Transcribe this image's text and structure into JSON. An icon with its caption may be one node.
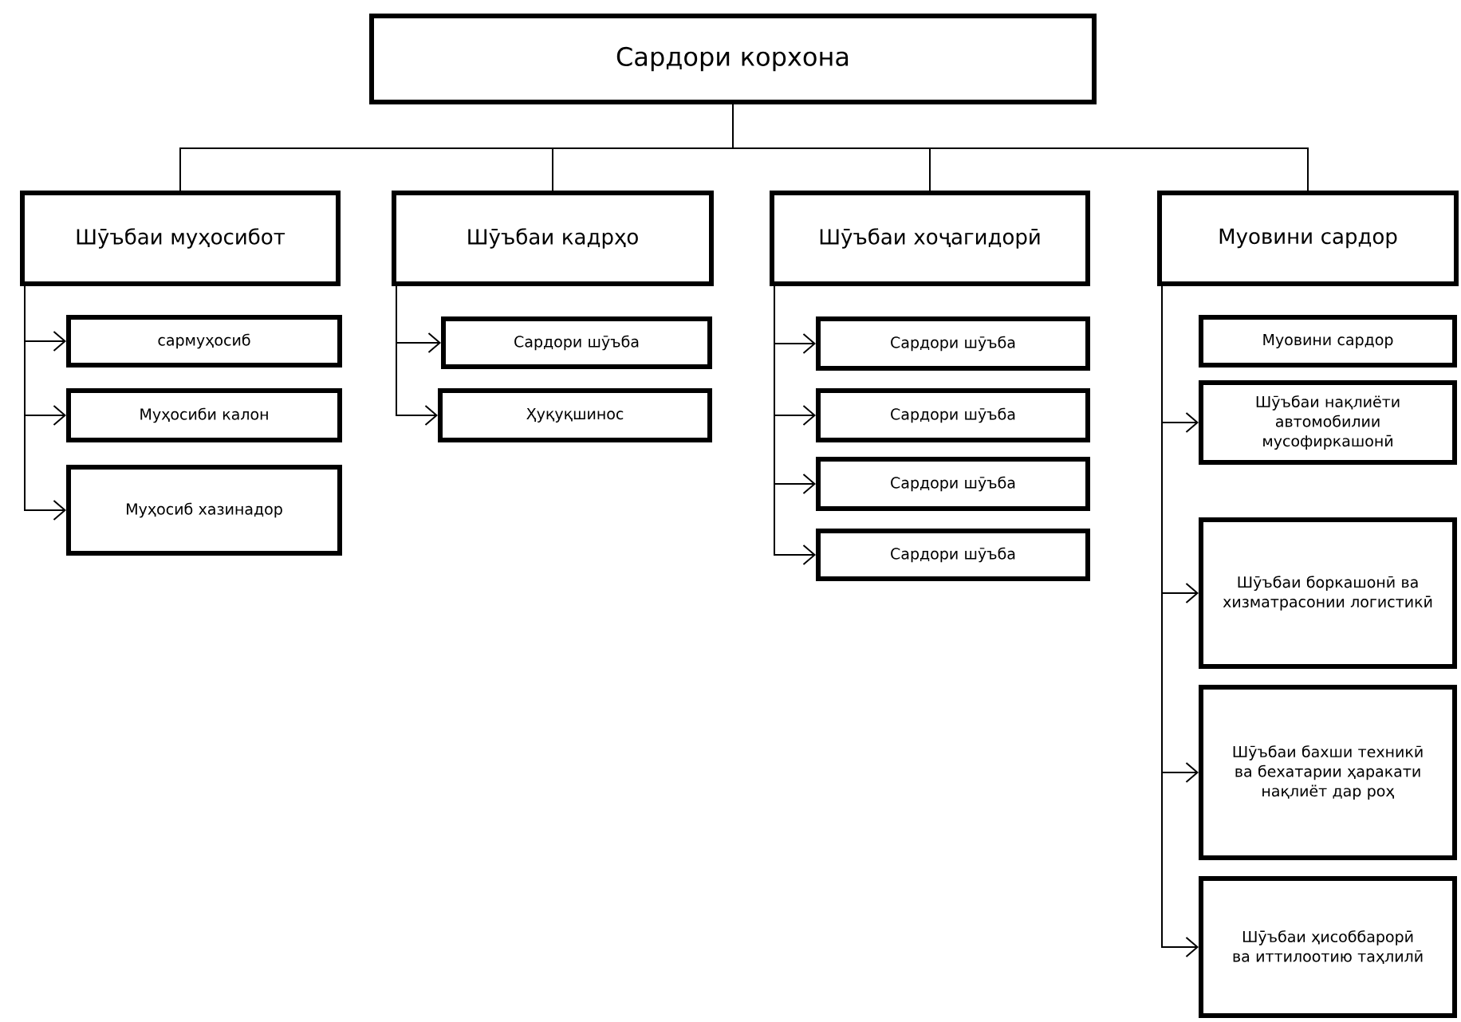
{
  "diagram": {
    "nodes": [
      {
        "text": [
          "Сардори корхона"
        ]
      },
      {
        "text": [
          "Шӯъбаи муҳосибот"
        ]
      },
      {
        "text": [
          "Шӯъбаи кадрҳо"
        ]
      },
      {
        "text": [
          "Шӯъбаи хоҷагидорӣ"
        ]
      },
      {
        "text": [
          "Муовини сардор"
        ]
      },
      {
        "text": [
          "сармуҳосиб"
        ]
      },
      {
        "text": [
          "Муҳосиби калон"
        ]
      },
      {
        "text": [
          "Муҳосиб хазинадор"
        ]
      },
      {
        "text": [
          "Сардори шӯъба"
        ]
      },
      {
        "text": [
          "Ҳуқуқшинос"
        ]
      },
      {
        "text": [
          "Сардори шӯъба"
        ]
      },
      {
        "text": [
          "Сардори шӯъба"
        ]
      },
      {
        "text": [
          "Сардори шӯъба"
        ]
      },
      {
        "text": [
          "Сардори шӯъба"
        ]
      },
      {
        "text": [
          "Муовини сардор"
        ]
      },
      {
        "text": [
          "Шӯъбаи нақлиёти автомобилии мусофиркашонӣ"
        ]
      },
      {
        "text": [
          "Шӯъбаи боркашонӣ ва хизматрасонии логистикӣ"
        ]
      },
      {
        "text": [
          "Шӯъбаи бахши техникӣ ва бехатарии ҳаракати нақлиёт дар роҳ"
        ]
      },
      {
        "text": [
          "Шӯъбаи ҳисоббарорӣ ва иттилоотию таҳлилӣ"
        ]
      }
    ],
    "edges": [
      {
        "from": 0,
        "to": 1,
        "arrow": "none"
      },
      {
        "from": 0,
        "to": 2,
        "arrow": "none"
      },
      {
        "from": 0,
        "to": 3,
        "arrow": "none"
      },
      {
        "from": 0,
        "to": 4,
        "arrow": "none"
      },
      {
        "from": 1,
        "to": 5,
        "arrow": "to"
      },
      {
        "from": 1,
        "to": 6,
        "arrow": "to"
      },
      {
        "from": 1,
        "to": 7,
        "arrow": "to"
      },
      {
        "from": 2,
        "to": 8,
        "arrow": "to"
      },
      {
        "from": 2,
        "to": 9,
        "arrow": "to"
      },
      {
        "from": 3,
        "to": 10,
        "arrow": "to"
      },
      {
        "from": 3,
        "to": 11,
        "arrow": "to"
      },
      {
        "from": 3,
        "to": 12,
        "arrow": "to"
      },
      {
        "from": 3,
        "to": 13,
        "arrow": "to"
      },
      {
        "from": 4,
        "to": 15,
        "arrow": "to"
      },
      {
        "from": 4,
        "to": 16,
        "arrow": "to"
      },
      {
        "from": 4,
        "to": 17,
        "arrow": "to"
      },
      {
        "from": 4,
        "to": 18,
        "arrow": "to"
      }
    ]
  }
}
